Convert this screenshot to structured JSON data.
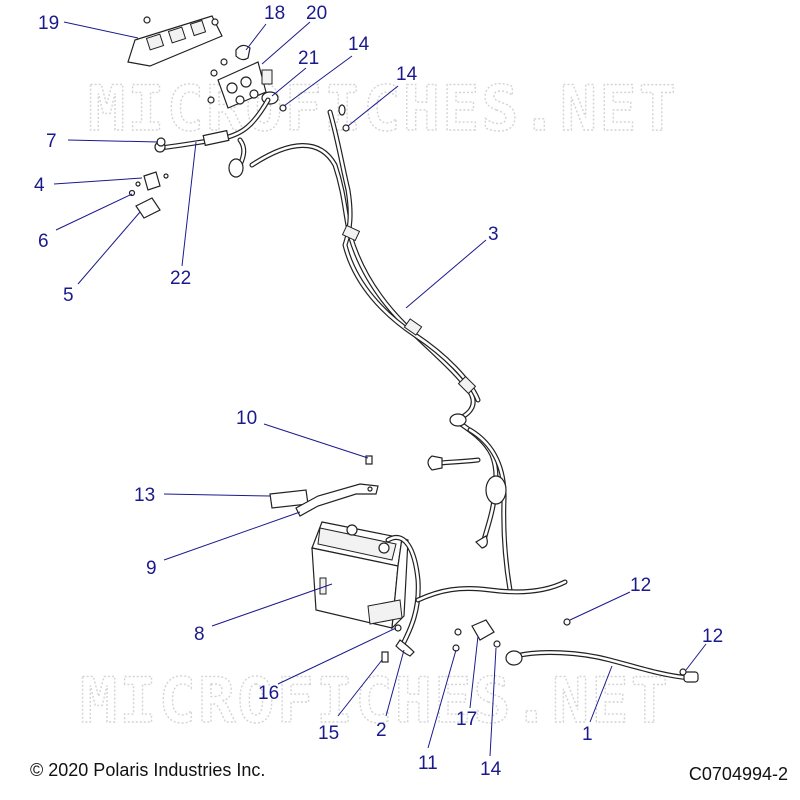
{
  "watermark": "MICROFICHES.NET",
  "copyright": "© 2020 Polaris Industries Inc.",
  "figure_code": "C0704994-2",
  "callouts": {
    "c1": "1",
    "c2": "2",
    "c3": "3",
    "c4": "4",
    "c5": "5",
    "c6": "6",
    "c7": "7",
    "c8": "8",
    "c9": "9",
    "c10": "10",
    "c11": "11",
    "c12a": "12",
    "c12b": "12",
    "c13": "13",
    "c14a": "14",
    "c14b": "14",
    "c14c": "14",
    "c15": "15",
    "c16": "16",
    "c17": "17",
    "c18": "18",
    "c19": "19",
    "c20": "20",
    "c21": "21",
    "c22": "22"
  },
  "colors": {
    "callout": "#1a1a8c",
    "line": "#222222",
    "watermark": "#d4d4d4"
  }
}
